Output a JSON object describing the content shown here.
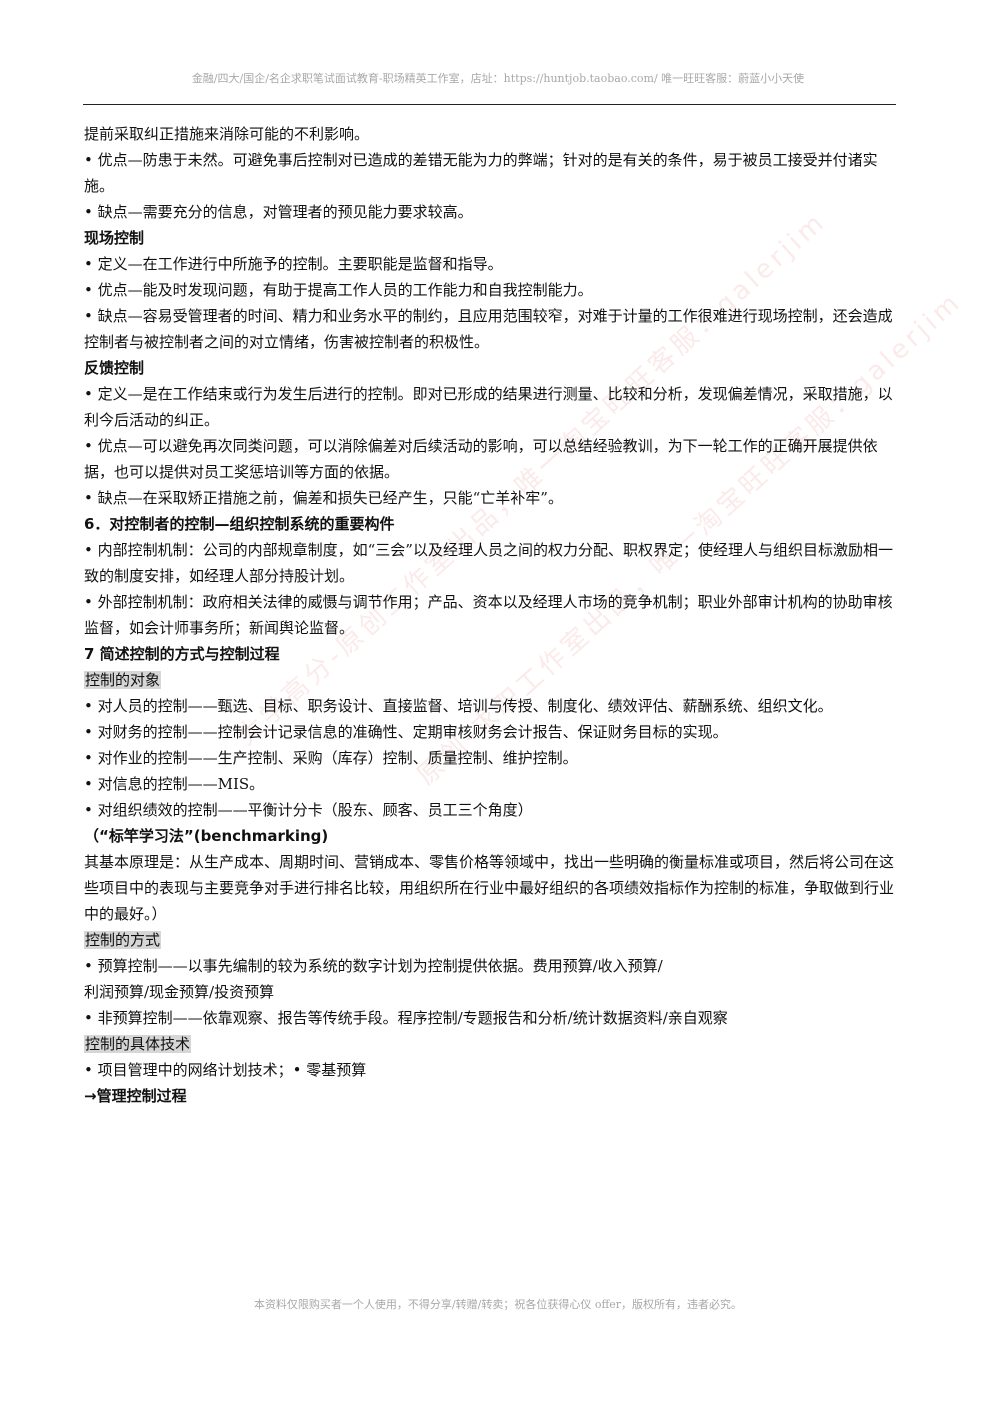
{
  "header": {
    "text": "金融/四大/国企/名企求职笔试面试教育-职场精英工作室，店址：https://huntjob.taobao.com/  唯一旺旺客服：蔚蓝小小天使"
  },
  "watermark": {
    "text_1": "大学高分-原创工作室出品，唯一淘宝旺旺客服：galerjim",
    "text_2": "原创-求职工作室出品，唯一淘宝旺旺客服：galerjim"
  },
  "content": {
    "l01": "提前采取纠正措施来消除可能的不利影响。",
    "l02": "• 优点—防患于未然。可避免事后控制对已造成的差错无能为力的弊端；针对的是有关的条件，易于被员工接受并付诸实施。",
    "l03": "• 缺点—需要充分的信息，对管理者的预见能力要求较高。",
    "h1": "现场控制",
    "l04": "• 定义—在工作进行中所施予的控制。主要职能是监督和指导。",
    "l05": "• 优点—能及时发现问题，有助于提高工作人员的工作能力和自我控制能力。",
    "l06": "• 缺点—容易受管理者的时间、精力和业务水平的制约，且应用范围较窄，对难于计量的工作很难进行现场控制，还会造成控制者与被控制者之间的对立情绪，伤害被控制者的积极性。",
    "h2": "反馈控制",
    "l07": "• 定义—是在工作结束或行为发生后进行的控制。即对已形成的结果进行测量、比较和分析，发现偏差情况，采取措施，以利今后活动的纠正。",
    "l08": "• 优点—可以避免再次同类问题，可以消除偏差对后续活动的影响，可以总结经验教训，为下一轮工作的正确开展提供依据，也可以提供对员工奖惩培训等方面的依据。",
    "l09": "• 缺点—在采取矫正措施之前，偏差和损失已经产生，只能“亡羊补牢”。",
    "h3": "6．对控制者的控制—组织控制系统的重要构件",
    "l10": "• 内部控制机制：公司的内部规章制度，如“三会”以及经理人员之间的权力分配、职权界定；使经理人与组织目标激励相一致的制度安排，如经理人部分持股计划。",
    "l11": "• 外部控制机制：政府相关法律的威慑与调节作用；产品、资本以及经理人市场的竞争机制；职业外部审计机构的协助审核监督，如会计师事务所；新闻舆论监督。",
    "h4": "7 简述控制的方式与控制过程",
    "s1": "控制的对象",
    "l12": "• 对人员的控制——甄选、目标、职务设计、直接监督、培训与传授、制度化、绩效评估、薪酬系统、组织文化。",
    "l13": "• 对财务的控制——控制会计记录信息的准确性、定期审核财务会计报告、保证财务目标的实现。",
    "l14": "• 对作业的控制——生产控制、采购（库存）控制、质量控制、维护控制。",
    "l15": "• 对信息的控制——MIS。",
    "l16": "• 对组织绩效的控制——平衡计分卡（股东、顾客、员工三个角度）",
    "h5": "（“标竿学习法”(benchmarking)",
    "l17": "其基本原理是：从生产成本、周期时间、营销成本、零售价格等领域中，找出一些明确的衡量标准或项目，然后将公司在这些项目中的表现与主要竞争对手进行排名比较，用组织所在行业中最好组织的各项绩效指标作为控制的标准，争取做到行业中的最好。）",
    "s2": "控制的方式",
    "l18": "• 预算控制——以事先编制的较为系统的数字计划为控制提供依据。费用预算/收入预算/",
    "l19": "利润预算/现金预算/投资预算",
    "l20": "• 非预算控制——依靠观察、报告等传统手段。程序控制/专题报告和分析/统计数据资料/亲自观察",
    "s3": "控制的具体技术",
    "l21": "• 项目管理中的网络计划技术；• 零基预算",
    "h6": "→管理控制过程"
  },
  "footer": {
    "text": "本资料仅限购买者一个人使用，不得分享/转赠/转卖；祝各位获得心仪 offer，版权所有，违者必究。"
  }
}
